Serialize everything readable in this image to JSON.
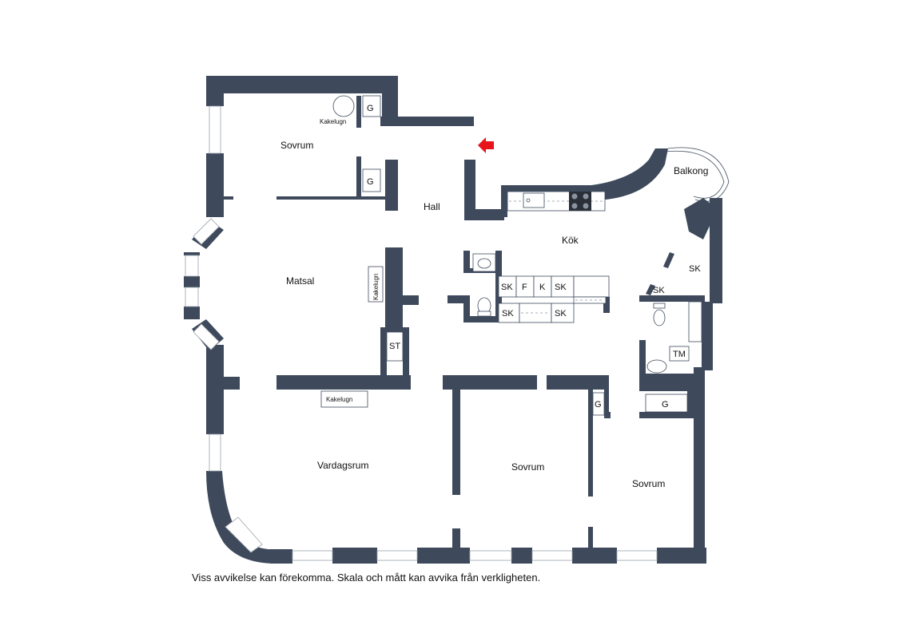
{
  "rooms": {
    "sovrum_1": "Sovrum",
    "hall": "Hall",
    "kok": "Kök",
    "balkong": "Balkong",
    "matsal": "Matsal",
    "vardagsrum": "Vardagsrum",
    "sovrum_2": "Sovrum",
    "sovrum_3": "Sovrum"
  },
  "fixtures": {
    "kakelugn_1": "Kakelugn",
    "kakelugn_2": "Kakelugn",
    "kakelugn_3": "Kakelugn",
    "g_1": "G",
    "g_2": "G",
    "g_3": "G",
    "g_4": "G",
    "st": "ST",
    "sk_1": "SK",
    "f": "F",
    "k": "K",
    "sk_2": "SK",
    "sk_3": "SK",
    "sk_4": "SK",
    "sk_5": "SK",
    "sk_6": "SK",
    "tm": "TM"
  },
  "disclaimer": "Viss avvikelse kan förekomma. Skala och mått kan avvika från verkligheten.",
  "colors": {
    "wall": "#3e4a5c",
    "entrance_arrow": "#e8141b"
  },
  "icons": {
    "entrance": "entrance-arrow-icon"
  }
}
